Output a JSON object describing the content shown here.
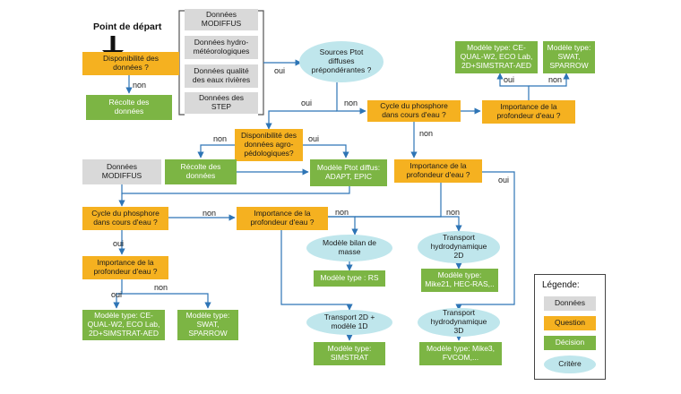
{
  "start_label": "Point de départ",
  "boxes": {
    "disponibilite": "Disponibilité des\ndonnées ?",
    "recolte_top": "Récolte des\ndonnées",
    "data_modiffus": "Données\nMODIFFUS",
    "data_hydro": "Données hydro-\nmétéorologiques",
    "data_qualite": "Données qualité\ndes eaux rivières",
    "data_step": "Données des\nSTEP",
    "sources": "Sources Ptot\ndiffuses\nprépondérantes ?",
    "cycle_top": "Cycle du phosphore\ndans cours d'eau ?",
    "importance_right": "Importance de la\nprofondeur d'eau ?",
    "modele_ce_top": "Modèle type: CE-\nQUAL-W2, ECO Lab,\n2D+SIMSTRAT-AED",
    "modele_swat_top": "Modèle type:\nSWAT,\nSPARROW",
    "dispo_agro": "Disponibilité des\ndonnées agro-\npédologiques?",
    "donnees_modiffus2": "Données\nMODIFFUS",
    "recolte_mid": "Récolte des\ndonnées",
    "modele_ptot": "Modèle Ptot diffus:\nADAPT, EPIC",
    "importance_mid_right": "Importance de la\nprofondeur d'eau ?",
    "cycle_left": "Cycle du phosphore\ndans cours d'eau ?",
    "importance_center": "Importance de la\nprofondeur d'eau ?",
    "importance_left": "Importance de la\nprofondeur d'eau ?",
    "bilan_masse": "Modèle bilan de\nmasse",
    "transport_2d": "Transport\nhydrodynamique\n2D",
    "modele_rs": "Modèle type : RS",
    "modele_mike21": "Modèle type:\nMike21, HEC-RAS,..",
    "modele_ce_bottom": "Modèle type: CE-\nQUAL-W2, ECO Lab,\n2D+SIMSTRAT-AED",
    "modele_swat_bottom": "Modèle type:\nSWAT,\nSPARROW",
    "transport_2d_1d": "Transport 2D +\nmodèle 1D",
    "transport_3d": "Transport\nhydrodynamique\n3D",
    "modele_simstrat": "Modèle type:\nSIMSTRAT",
    "modele_mike3": "Modèle type: Mike3,\nFVCOM,..."
  },
  "edge_labels": {
    "non_recolte": "non",
    "oui_sources": "oui",
    "oui_cycle_top": "oui",
    "non_cycle_top": "non",
    "oui_ce_top": "oui",
    "non_swat_top": "non",
    "non_cycle_down": "non",
    "non_agro": "non",
    "oui_agro": "oui",
    "oui_importance_mid": "oui",
    "non_center": "non",
    "non_center2": "non",
    "non_transport2d": "non",
    "oui_cycle_left": "oui",
    "oui_ce_bottom": "oui",
    "non_swat_bottom": "non"
  },
  "legend": {
    "title": "Légende:",
    "donnees": "Données",
    "question": "Question",
    "decision": "Décision",
    "critere": "Critère"
  },
  "colors": {
    "question": "#f5b120",
    "decision": "#7cb544",
    "donnees": "#d9d9d9",
    "critere": "#bfe6ec",
    "connector": "#2e75b6"
  }
}
